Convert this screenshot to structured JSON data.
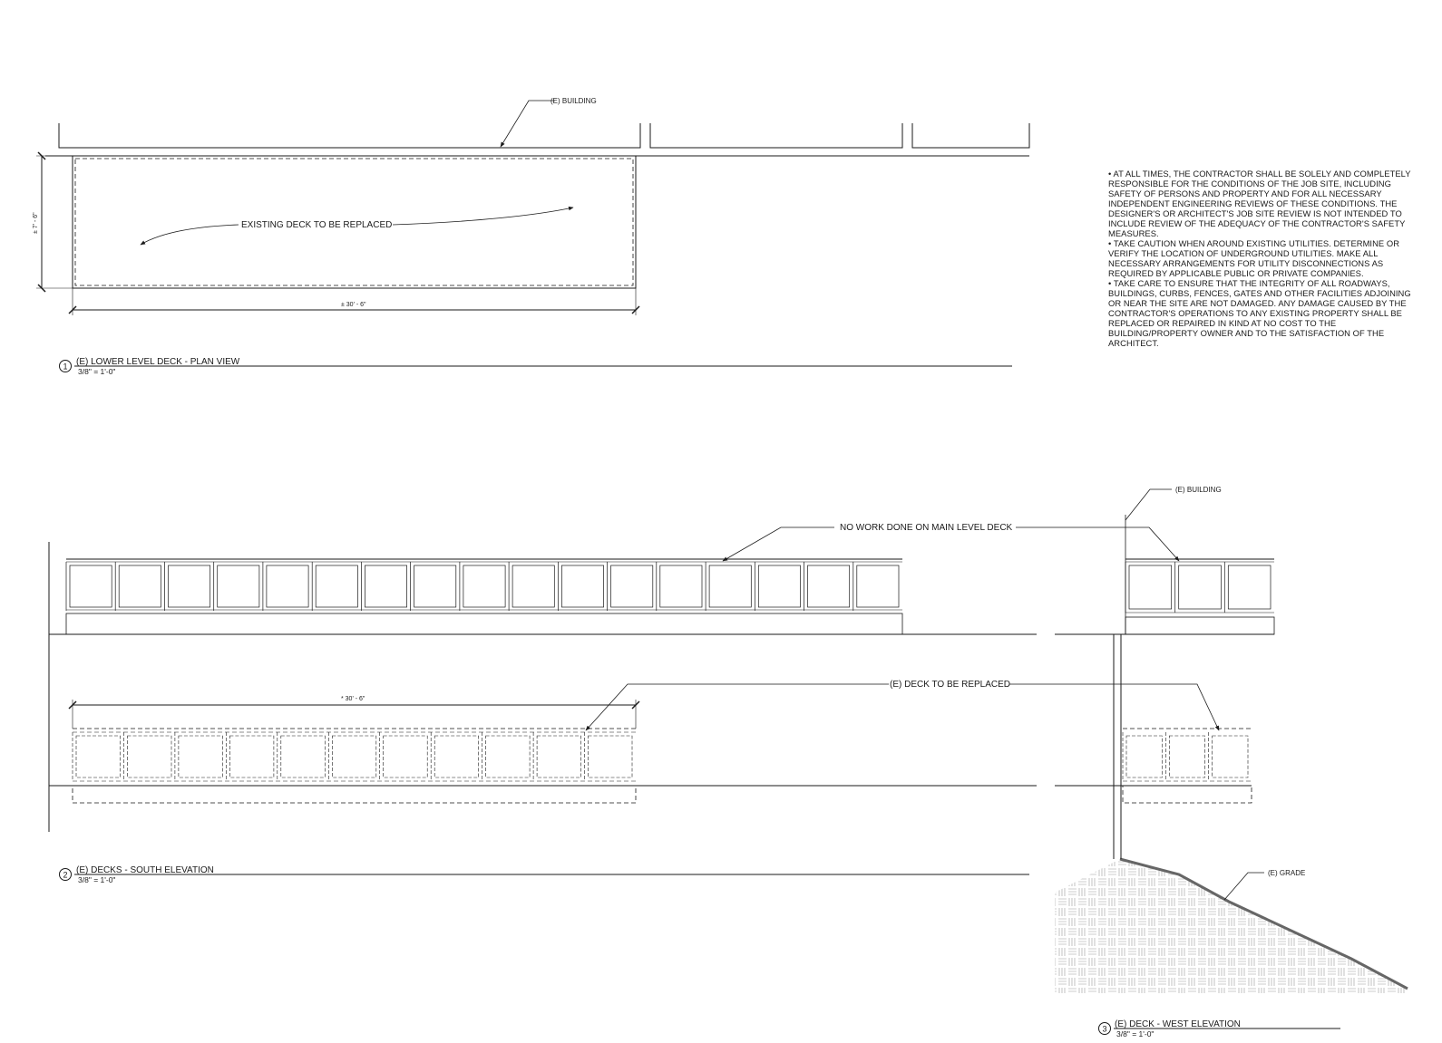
{
  "labels": {
    "e_building_1": "(E) BUILDING",
    "existing_deck": "EXISTING DECK TO BE REPLACED",
    "dim_height": "± 7' - 6\"",
    "dim_width": "± 30' - 6\"",
    "no_work": "NO WORK DONE ON MAIN LEVEL DECK",
    "deck_replaced": "(E) DECK TO BE REPLACED",
    "dim_width_2": "* 30' - 6\"",
    "e_building_2": "(E) BUILDING",
    "e_grade": "(E) GRADE"
  },
  "views": [
    {
      "number": "1",
      "title": "(E) LOWER LEVEL DECK -  PLAN VIEW",
      "scale": "3/8\" = 1'-0\""
    },
    {
      "number": "2",
      "title": "(E) DECKS -  SOUTH ELEVATION",
      "scale": "3/8\" = 1'-0\""
    },
    {
      "number": "3",
      "title": "(E) DECK - WEST ELEVATION",
      "scale": "3/8\" = 1'-0\""
    }
  ],
  "notes": [
    "• AT ALL TIMES, THE CONTRACTOR SHALL BE SOLELY AND COMPLETELY RESPONSIBLE FOR THE CONDITIONS OF THE JOB SITE, INCLUDING SAFETY OF PERSONS AND PROPERTY AND FOR ALL NECESSARY INDEPENDENT ENGINEERING REVIEWS OF THESE CONDITIONS. THE DESIGNER'S OR ARCHITECT'S JOB SITE REVIEW IS NOT INTENDED TO INCLUDE REVIEW OF THE ADEQUACY OF THE CONTRACTOR'S SAFETY MEASURES.",
    "• TAKE CAUTION WHEN AROUND EXISTING UTILITIES. DETERMINE OR VERIFY THE LOCATION OF UNDERGROUND UTILITIES. MAKE ALL NECESSARY ARRANGEMENTS FOR UTILITY DISCONNECTIONS AS REQUIRED BY APPLICABLE PUBLIC OR PRIVATE COMPANIES.",
    "• TAKE CARE TO ENSURE THAT THE INTEGRITY OF ALL ROADWAYS, BUILDINGS, CURBS, FENCES, GATES AND OTHER FACILITIES ADJOINING OR NEAR THE SITE ARE NOT DAMAGED. ANY DAMAGE CAUSED BY THE CONTRACTOR'S OPERATIONS TO ANY EXISTING PROPERTY SHALL BE REPLACED OR REPAIRED IN KIND AT NO COST TO THE BUILDING/PROPERTY OWNER AND TO THE SATISFACTION OF THE ARCHITECT."
  ],
  "colors": {
    "line": "#1a1a1a",
    "light_line": "#555555",
    "grade": "#666666"
  }
}
